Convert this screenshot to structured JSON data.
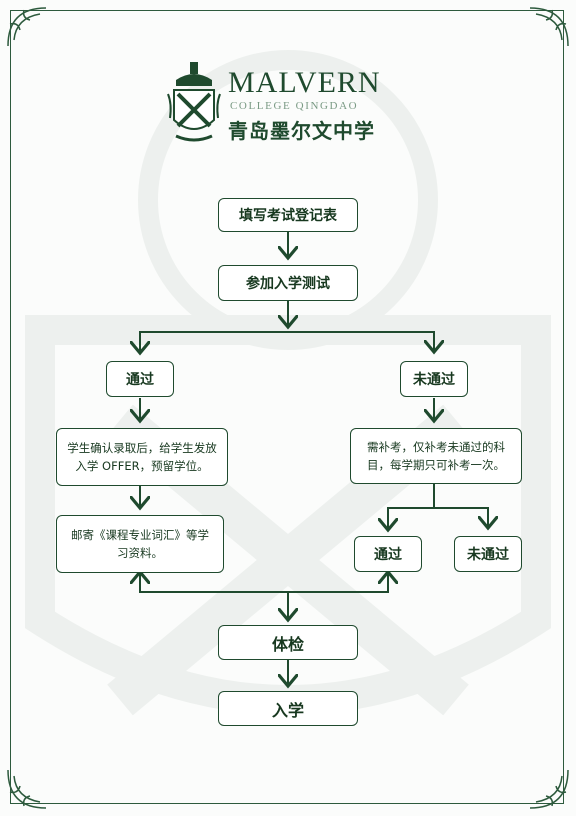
{
  "logo": {
    "name": "MALVERN",
    "sub": "COLLEGE QINGDAO",
    "cn": "青岛墨尔文中学"
  },
  "steps": {
    "fill_form": "填写考试登记表",
    "take_test": "参加入学测试",
    "pass": "通过",
    "fail": "未通过",
    "pass_detail": "学生确认录取后，给学生发放入学 OFFER，预留学位。",
    "fail_detail": "需补考，仅补考未通过的科目，每学期只可补考一次。",
    "mail_material": "邮寄《课程专业词汇》等学习资料。",
    "retest_pass": "通过",
    "retest_fail": "未通过",
    "medical": "体检",
    "enroll": "入学"
  },
  "colors": {
    "primary": "#1f4a2e",
    "background": "#fbfcfb"
  }
}
